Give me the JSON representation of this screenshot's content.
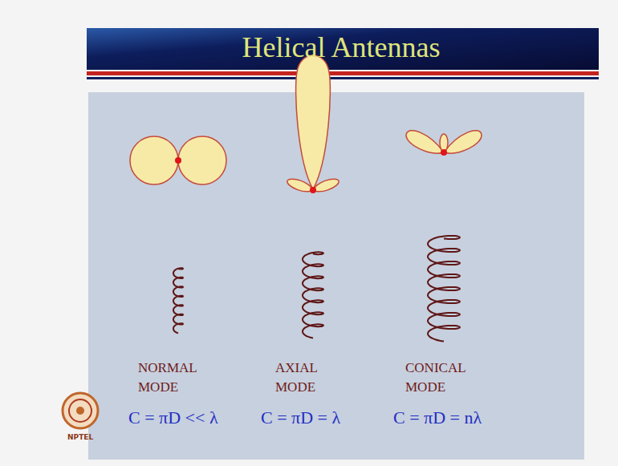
{
  "diagram": {
    "title": "Helical Antennas",
    "labels": [
      "NORMAL MODE",
      "AXIAL MODE",
      "CONICAL MODE",
      "C = πD << λ",
      "C = πD = λ",
      "C = πD = nλ",
      "NPTEL"
    ]
  }
}
